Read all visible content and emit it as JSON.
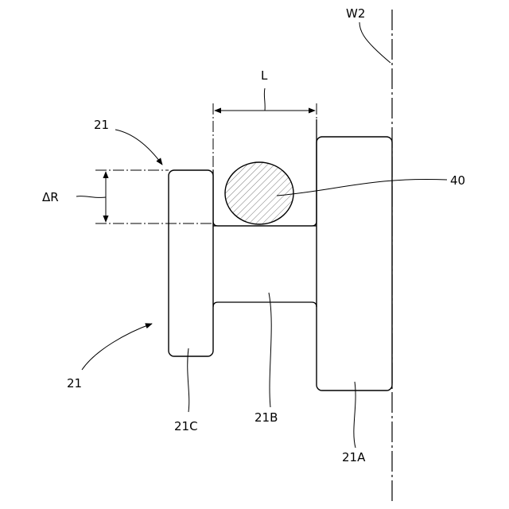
{
  "labels": {
    "w2": "W2",
    "dim_L": "L",
    "delta_r": "ΔR",
    "ref_21_top": "21",
    "ref_21_left": "21",
    "ref_40": "40",
    "ref_21C": "21C",
    "ref_21B": "21B",
    "ref_21A": "21A"
  }
}
